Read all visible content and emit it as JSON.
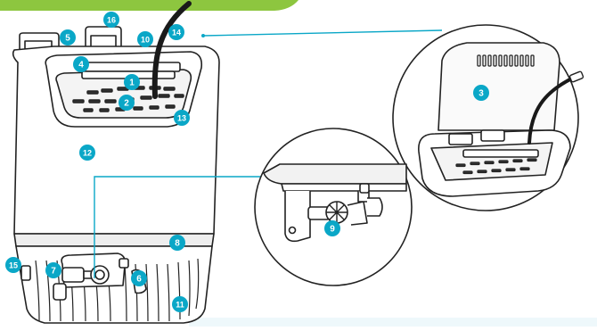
{
  "colors": {
    "banner": "#8dc63f",
    "badge": "#0aa7c7",
    "callout_line": "#0aa7c7",
    "outline": "#222222",
    "cable": "#1a1a1a",
    "light_footer": "#eef8fb"
  },
  "badges": [
    {
      "label": "1"
    },
    {
      "label": "2"
    },
    {
      "label": "3"
    },
    {
      "label": "4"
    },
    {
      "label": "5"
    },
    {
      "label": "6"
    },
    {
      "label": "7"
    },
    {
      "label": "8"
    },
    {
      "label": "9"
    },
    {
      "label": "10"
    },
    {
      "label": "11"
    },
    {
      "label": "12"
    },
    {
      "label": "13"
    },
    {
      "label": "14"
    },
    {
      "label": "15"
    },
    {
      "label": "16"
    }
  ]
}
